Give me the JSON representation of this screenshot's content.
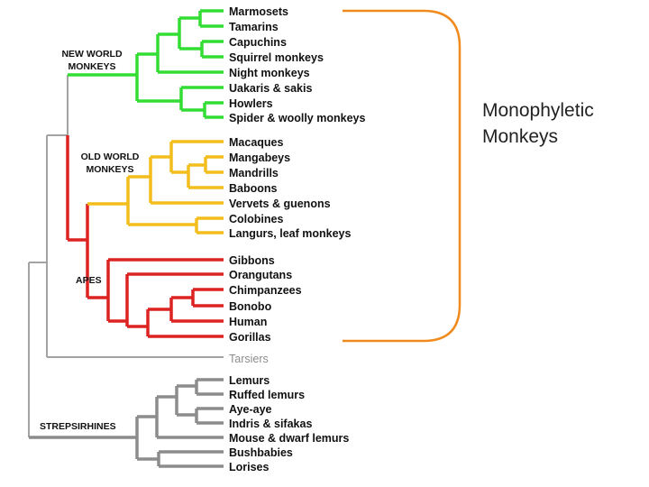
{
  "colors": {
    "new_world": "#33dd33",
    "old_world": "#f2bd1d",
    "apes": "#dd2222",
    "strepsirhines": "#8c8c8c",
    "trunk": "#a3a3a3",
    "bracket": "#f08a1c",
    "tarsiers_label": "#8c8c8c"
  },
  "taxa": {
    "marmosets": "Marmosets",
    "tamarins": "Tamarins",
    "capuchins": "Capuchins",
    "squirrel": "Squirrel monkeys",
    "night": "Night monkeys",
    "uakaris": "Uakaris & sakis",
    "howlers": "Howlers",
    "spider": "Spider & woolly monkeys",
    "macaques": "Macaques",
    "mangabeys": "Mangabeys",
    "mandrills": "Mandrills",
    "baboons": "Baboons",
    "vervets": "Vervets & guenons",
    "colobines": "Colobines",
    "langurs": "Langurs, leaf monkeys",
    "gibbons": "Gibbons",
    "orangutans": "Orangutans",
    "chimpanzees": "Chimpanzees",
    "bonobo": "Bonobo",
    "human": "Human",
    "gorillas": "Gorillas",
    "tarsiers": "Tarsiers",
    "lemurs": "Lemurs",
    "ruffed": "Ruffed lemurs",
    "ayeaye": "Aye-aye",
    "indris": "Indris & sifakas",
    "mouse": "Mouse & dwarf lemurs",
    "bushbabies": "Bushbabies",
    "lorises": "Lorises"
  },
  "groups": {
    "new_world_1": "NEW WORLD",
    "new_world_2": "MONKEYS",
    "old_world_1": "OLD WORLD",
    "old_world_2": "MONKEYS",
    "apes": "APES",
    "strepsirhines": "STREPSIRHINES"
  },
  "annotation": {
    "line1": "Monophyletic",
    "line2": "Monkeys"
  }
}
